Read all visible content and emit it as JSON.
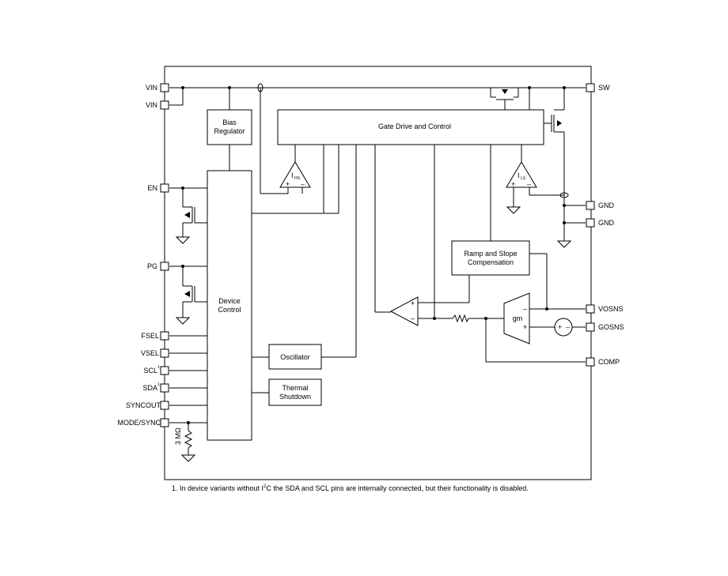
{
  "pins_left": {
    "vin1": "VIN",
    "vin2": "VIN",
    "en": "EN",
    "pg": "PG",
    "fsel": "FSEL",
    "vsel": "VSEL",
    "scl": "SCL",
    "sda": "SDA",
    "syncout": "SYNCOUT",
    "mode": "MODE/SYNC"
  },
  "pins_right": {
    "sw": "SW",
    "gnd1": "GND",
    "gnd2": "GND",
    "vosns": "VOSNS",
    "gosns": "GOSNS",
    "comp": "COMP"
  },
  "blocks": {
    "bias_line1": "Bias",
    "bias_line2": "Regulator",
    "gate": "Gate Drive and Control",
    "device_line1": "Device",
    "device_line2": "Control",
    "osc": "Oscillator",
    "thermal_line1": "Thermal",
    "thermal_line2": "Shutdown",
    "ramp_line1": "Ramp and Slope",
    "ramp_line2": "Compensation",
    "gm": "gm"
  },
  "labels": {
    "ihs": "I",
    "ihs_sub": "HS",
    "ils": "I",
    "ils_sub": "LS",
    "resistor": "3 MΩ",
    "plus": "+",
    "minus": "–",
    "sup1": "1"
  },
  "footnote": {
    "text_a": "1. In device variants without I",
    "sup": "2",
    "text_b": "C the SDA and SCL pins are internally connected, but their functionality is disabled."
  }
}
